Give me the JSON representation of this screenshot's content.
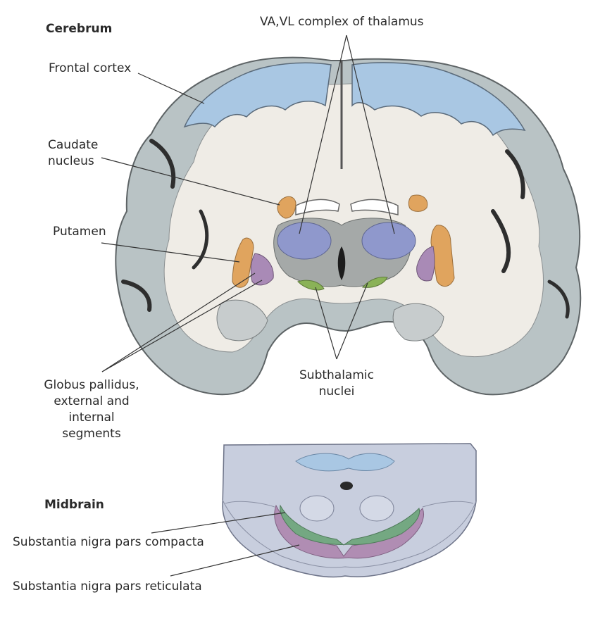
{
  "headings": {
    "cerebrum": "Cerebrum",
    "midbrain": "Midbrain"
  },
  "labels": {
    "thalamus": "VA,VL complex of thalamus",
    "frontal_cortex": "Frontal cortex",
    "caudate": [
      "Caudate",
      "nucleus"
    ],
    "putamen": "Putamen",
    "globus_pallidus": [
      "Globus pallidus,",
      "external and",
      "internal",
      "segments"
    ],
    "subthalamic": [
      "Subthalamic",
      "nuclei"
    ],
    "sn_compacta": "Substantia nigra pars compacta",
    "sn_reticulata": "Substantia nigra pars reticulata"
  },
  "colors": {
    "cortex": "#b9c3c5",
    "white_matter": "#efece6",
    "frontal_cortex": "#a9c7e3",
    "caudate_putamen": "#e0a45e",
    "globus_pallidus": "#a98ab6",
    "thalamus": "#8f98cc",
    "subthalamic": "#8ab257",
    "sn_compacta": "#74a882",
    "sn_reticulata": "#b08db3",
    "midbrain_body": "#c8cede",
    "outline": "#555555"
  }
}
